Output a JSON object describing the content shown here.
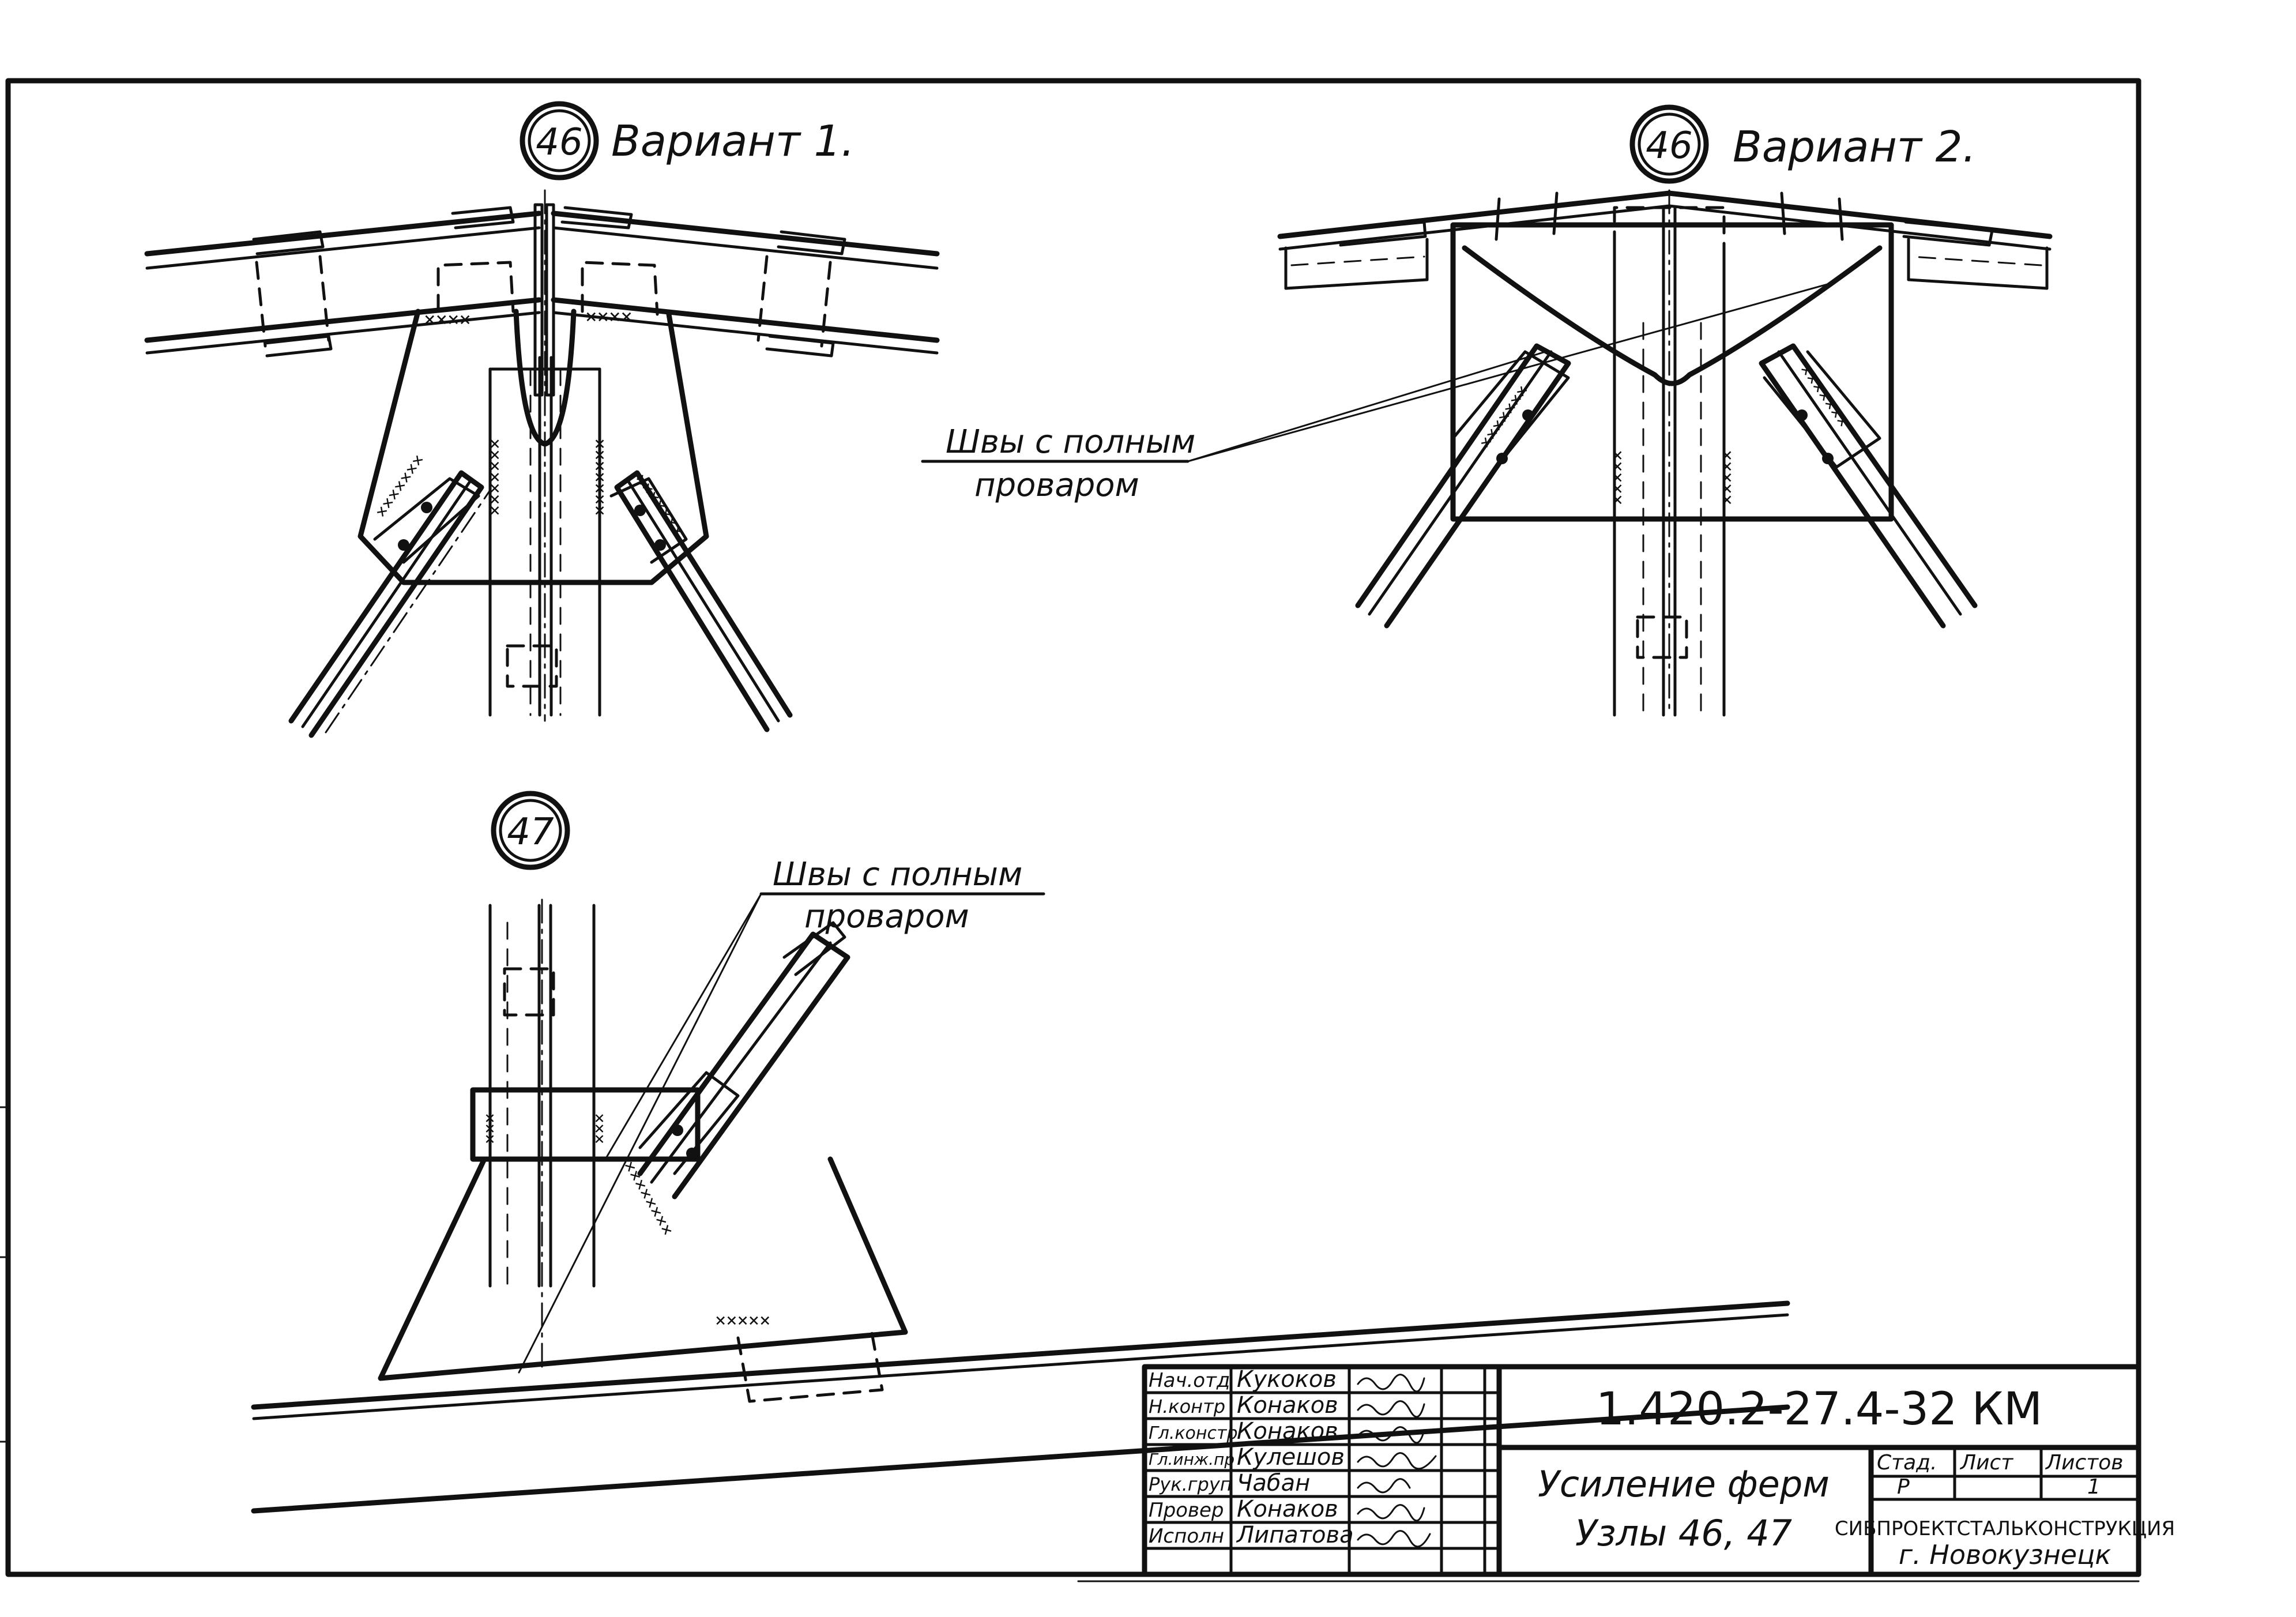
{
  "nodes": {
    "node1": {
      "mark": "46",
      "caption": "Вариант 1."
    },
    "node2": {
      "mark": "46",
      "caption": "Вариант 2."
    },
    "node3": {
      "mark": "47"
    }
  },
  "notes": {
    "weld_note_1": {
      "line1": "Швы с полным",
      "line2": "проваром"
    },
    "weld_note_2": {
      "line1": "Швы с полным",
      "line2": "проваром"
    }
  },
  "title_block": {
    "signatures": [
      {
        "role": "Нач.отд",
        "name": "Кукоков"
      },
      {
        "role": "Н.контр",
        "name": "Конаков"
      },
      {
        "role": "Гл.констр",
        "name": "Конаков"
      },
      {
        "role": "Гл.инж.пр",
        "name": "Кулешов"
      },
      {
        "role": "Рук.груп",
        "name": "Чабан"
      },
      {
        "role": "Провер",
        "name": "Конаков"
      },
      {
        "role": "Исполн",
        "name": "Липатова"
      }
    ],
    "doc_code": "1.420.2-27.4-32 КМ",
    "title_line1": "Усиление ферм",
    "title_line2": "Узлы 46, 47",
    "stage_label": "Стад.",
    "sheet_label": "Лист",
    "sheets_label": "Листов",
    "stage_value": "Р",
    "sheet_value": "",
    "sheets_value": "1",
    "org_name": "СИБПРОЕКТСТАЛЬКОНСТРУКЦИЯ",
    "org_city": "г. Новокузнецк"
  }
}
